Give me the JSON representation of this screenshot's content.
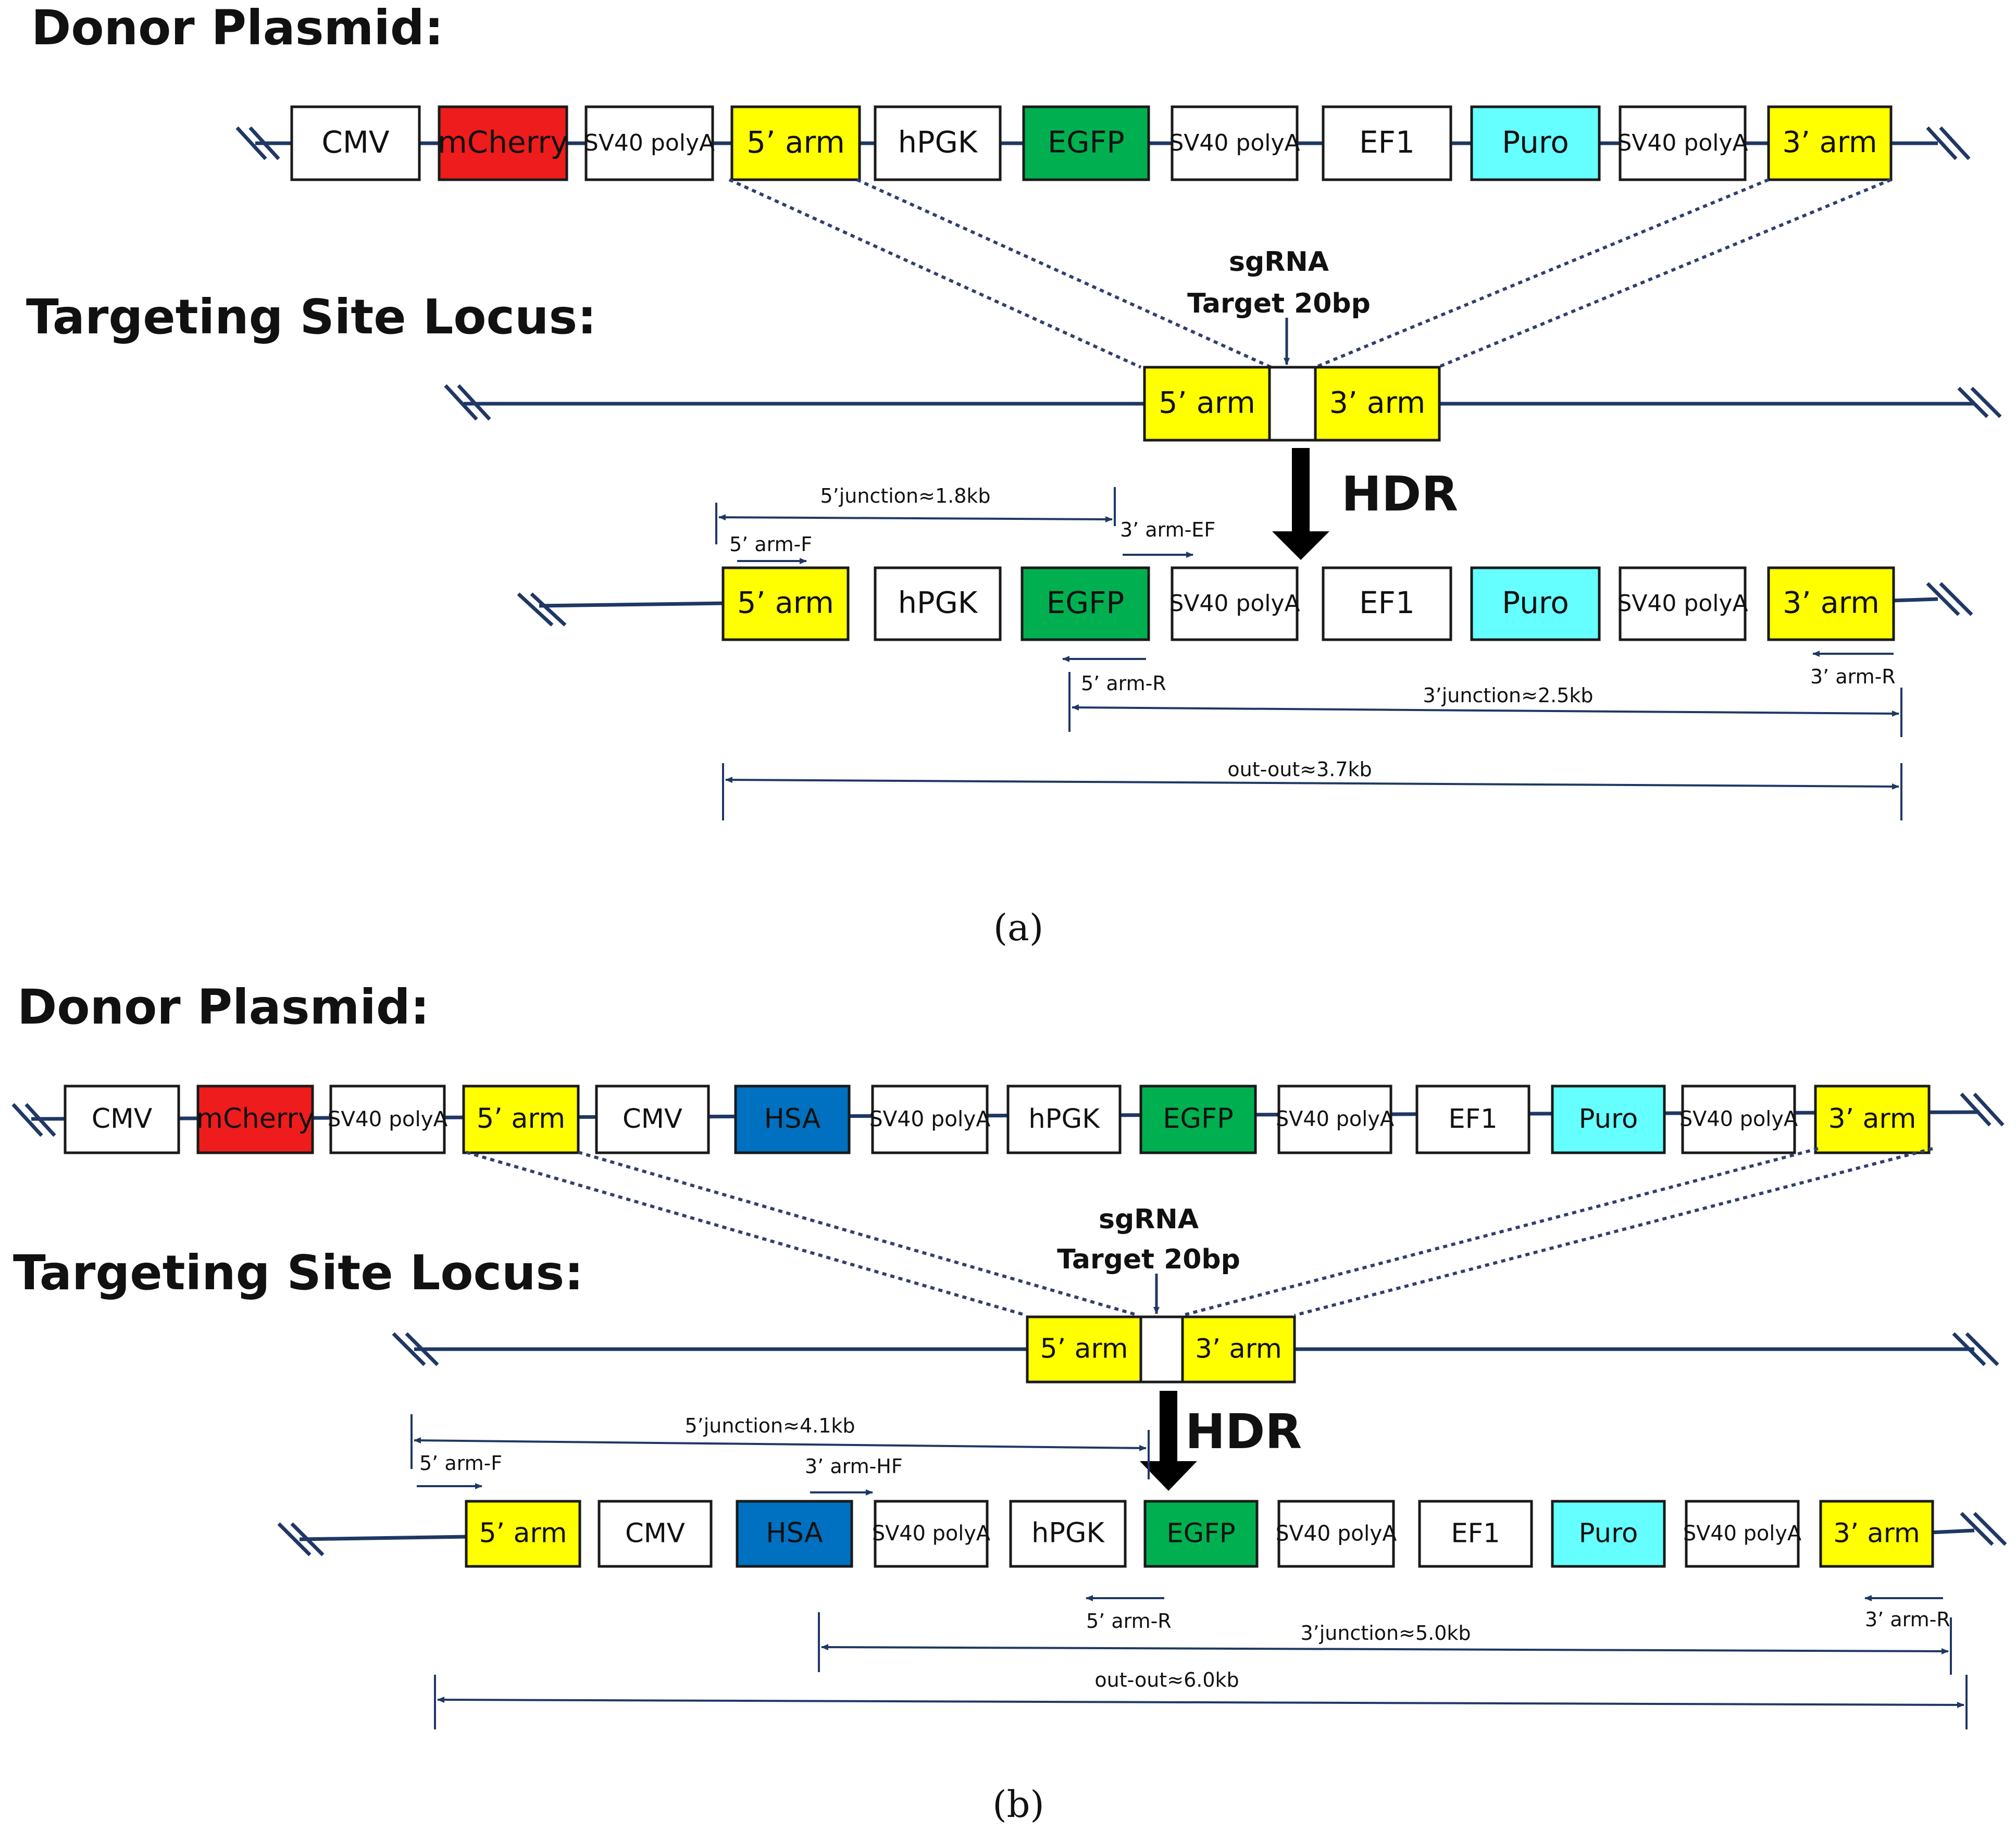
{
  "colors": {
    "white": "#ffffff",
    "red": "#ee1c1c",
    "yellow": "#ffff00",
    "green": "#00b050",
    "cyan": "#66ffff",
    "blue": "#0070c0",
    "line": "#1f3864",
    "dotted": "#2f3f6f"
  },
  "panel_a": {
    "label": "(a)",
    "donor_heading": "Donor Plasmid:",
    "locus_heading": "Targeting Site Locus:",
    "donor_elements": [
      {
        "name": "CMV",
        "color": "white"
      },
      {
        "name": "mCherry",
        "color": "red"
      },
      {
        "name": "SV40 polyA",
        "color": "white"
      },
      {
        "name": "5’ arm",
        "color": "yellow"
      },
      {
        "name": "hPGK",
        "color": "white"
      },
      {
        "name": "EGFP",
        "color": "green"
      },
      {
        "name": "SV40 polyA",
        "color": "white"
      },
      {
        "name": "EF1",
        "color": "white"
      },
      {
        "name": "Puro",
        "color": "cyan"
      },
      {
        "name": "SV40 polyA",
        "color": "white"
      },
      {
        "name": "3’ arm",
        "color": "yellow"
      }
    ],
    "locus_elements": [
      {
        "name": "5’ arm",
        "color": "yellow"
      },
      {
        "name": "",
        "color": "white"
      },
      {
        "name": "3’ arm",
        "color": "yellow"
      }
    ],
    "sgrna_line1": "sgRNA",
    "sgrna_line2": "Target 20bp",
    "hdr_label": "HDR",
    "result_elements": [
      {
        "name": "5’ arm",
        "color": "yellow"
      },
      {
        "name": "hPGK",
        "color": "white"
      },
      {
        "name": "EGFP",
        "color": "green"
      },
      {
        "name": "SV40 polyA",
        "color": "white"
      },
      {
        "name": "EF1",
        "color": "white"
      },
      {
        "name": "Puro",
        "color": "cyan"
      },
      {
        "name": "SV40 polyA",
        "color": "white"
      },
      {
        "name": "3’ arm",
        "color": "yellow"
      }
    ],
    "primers": [
      {
        "label": "5’ arm-F",
        "direction": "forward"
      },
      {
        "label": "3’ arm-EF",
        "direction": "forward"
      },
      {
        "label": "5’ arm-R",
        "direction": "reverse"
      },
      {
        "label": "3’ arm-R",
        "direction": "reverse"
      }
    ],
    "amplicons": [
      {
        "label": "5’junction≈1.8kb",
        "size_kb": 1.8
      },
      {
        "label": "3’junction≈2.5kb",
        "size_kb": 2.5
      },
      {
        "label": "out-out≈3.7kb",
        "size_kb": 3.7
      }
    ]
  },
  "panel_b": {
    "label": "(b)",
    "donor_heading": "Donor Plasmid:",
    "locus_heading": "Targeting Site Locus:",
    "donor_elements": [
      {
        "name": "CMV",
        "color": "white"
      },
      {
        "name": "mCherry",
        "color": "red"
      },
      {
        "name": "SV40 polyA",
        "color": "white"
      },
      {
        "name": "5’ arm",
        "color": "yellow"
      },
      {
        "name": "CMV",
        "color": "white"
      },
      {
        "name": "HSA",
        "color": "blue"
      },
      {
        "name": "SV40 polyA",
        "color": "white"
      },
      {
        "name": "hPGK",
        "color": "white"
      },
      {
        "name": "EGFP",
        "color": "green"
      },
      {
        "name": "SV40 polyA",
        "color": "white"
      },
      {
        "name": "EF1",
        "color": "white"
      },
      {
        "name": "Puro",
        "color": "cyan"
      },
      {
        "name": "SV40 polyA",
        "color": "white"
      },
      {
        "name": "3’ arm",
        "color": "yellow"
      }
    ],
    "locus_elements": [
      {
        "name": "5’ arm",
        "color": "yellow"
      },
      {
        "name": "",
        "color": "white"
      },
      {
        "name": "3’ arm",
        "color": "yellow"
      }
    ],
    "sgrna_line1": "sgRNA",
    "sgrna_line2": "Target 20bp",
    "hdr_label": "HDR",
    "result_elements": [
      {
        "name": "5’ arm",
        "color": "yellow"
      },
      {
        "name": "CMV",
        "color": "white"
      },
      {
        "name": "HSA",
        "color": "blue"
      },
      {
        "name": "SV40 polyA",
        "color": "white"
      },
      {
        "name": "hPGK",
        "color": "white"
      },
      {
        "name": "EGFP",
        "color": "green"
      },
      {
        "name": "SV40 polyA",
        "color": "white"
      },
      {
        "name": "EF1",
        "color": "white"
      },
      {
        "name": "Puro",
        "color": "cyan"
      },
      {
        "name": "SV40 polyA",
        "color": "white"
      },
      {
        "name": "3’ arm",
        "color": "yellow"
      }
    ],
    "primers": [
      {
        "label": "5’ arm-F",
        "direction": "forward"
      },
      {
        "label": "3’ arm-HF",
        "direction": "forward"
      },
      {
        "label": "5’ arm-R",
        "direction": "reverse"
      },
      {
        "label": "3’ arm-R",
        "direction": "reverse"
      }
    ],
    "amplicons": [
      {
        "label": "5’junction≈4.1kb",
        "size_kb": 4.1
      },
      {
        "label": "3’junction≈5.0kb",
        "size_kb": 5.0
      },
      {
        "label": "out-out≈6.0kb",
        "size_kb": 6.0
      }
    ]
  }
}
